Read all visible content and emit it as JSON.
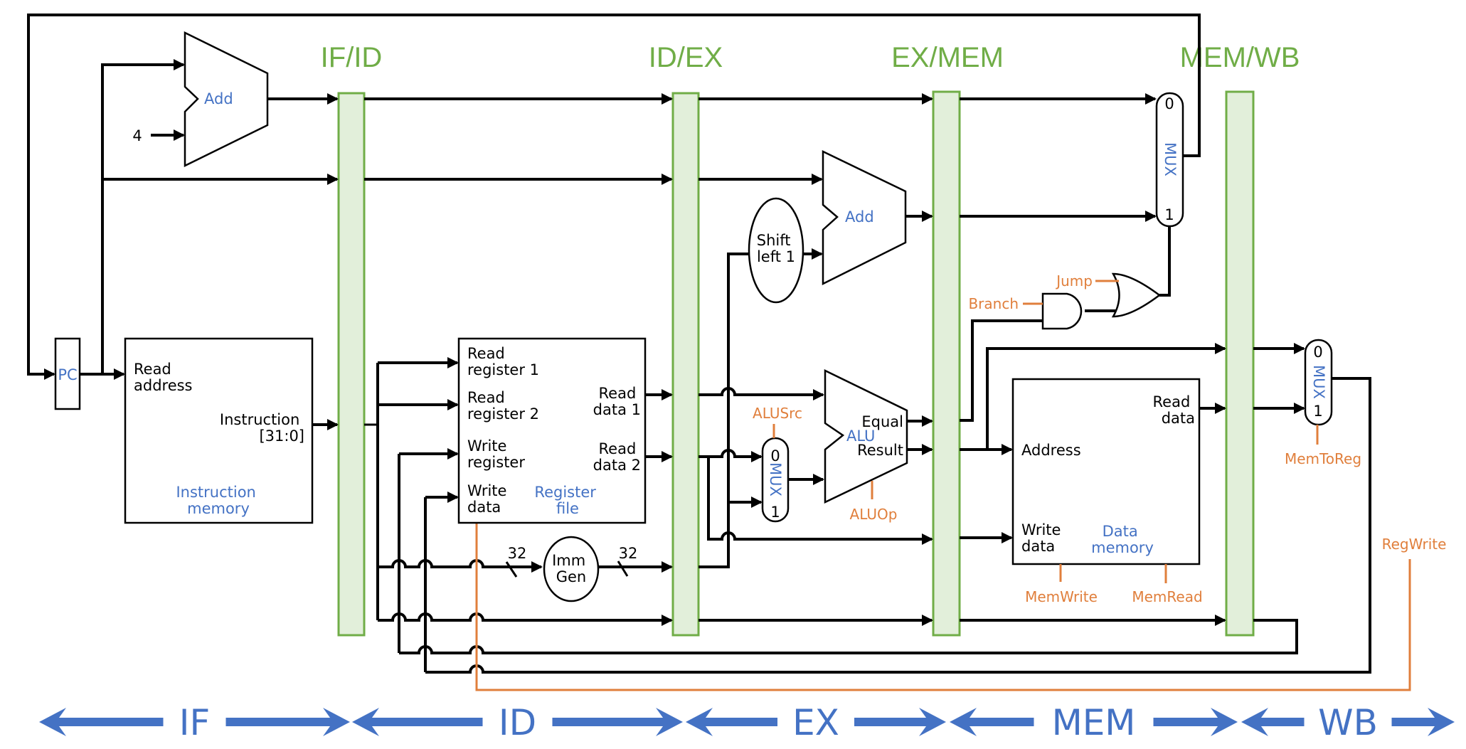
{
  "pipeline_registers": [
    {
      "name": "IF/ID"
    },
    {
      "name": "ID/EX"
    },
    {
      "name": "EX/MEM"
    },
    {
      "name": "MEM/WB"
    }
  ],
  "stages": [
    "IF",
    "ID",
    "EX",
    "MEM",
    "WB"
  ],
  "components": {
    "pc": {
      "label": "PC"
    },
    "pc_adder": {
      "label": "Add",
      "const_input": "4"
    },
    "instruction_memory": {
      "title": [
        "Instruction",
        "memory"
      ],
      "input": [
        "Read",
        "address"
      ],
      "output": [
        "Instruction",
        "[31:0]"
      ]
    },
    "register_file": {
      "title": [
        "Register",
        "file"
      ],
      "inputs": [
        [
          "Read",
          "register 1"
        ],
        [
          "Read",
          "register 2"
        ],
        [
          "Write",
          "register"
        ],
        [
          "Write",
          "data"
        ]
      ],
      "outputs": [
        [
          "Read",
          "data 1"
        ],
        [
          "Read",
          "data 2"
        ]
      ]
    },
    "imm_gen": {
      "label": [
        "Imm",
        "Gen"
      ],
      "in_width": "32",
      "out_width": "32"
    },
    "shift_left": {
      "label": [
        "Shift",
        "left 1"
      ]
    },
    "branch_adder": {
      "label": "Add"
    },
    "alu": {
      "label": "ALU",
      "outputs": [
        "Equal",
        "Result"
      ]
    },
    "alu_mux": {
      "label": "MUX",
      "in0": "0",
      "in1": "1"
    },
    "pc_mux": {
      "label": "MUX",
      "in0": "0",
      "in1": "1"
    },
    "wb_mux": {
      "label": "MUX",
      "in0": "0",
      "in1": "1"
    },
    "data_memory": {
      "title": [
        "Data",
        "memory"
      ],
      "inputs": [
        "Address",
        [
          "Write",
          "data"
        ]
      ],
      "output": [
        "Read",
        "data"
      ]
    }
  },
  "control_signals": {
    "alusrc": "ALUSrc",
    "aluop": "ALUOp",
    "branch": "Branch",
    "jump": "Jump",
    "memwrite": "MemWrite",
    "memread": "MemRead",
    "memtoreg": "MemToReg",
    "regwrite": "RegWrite"
  },
  "colors": {
    "pipeline_register_fill": "#E2EFDA",
    "pipeline_register_stroke": "#70AD47",
    "component_label": "#4472C4",
    "control_signal": "#E07F3C",
    "stage_arrow": "#4472C4",
    "wire": "#000000"
  }
}
